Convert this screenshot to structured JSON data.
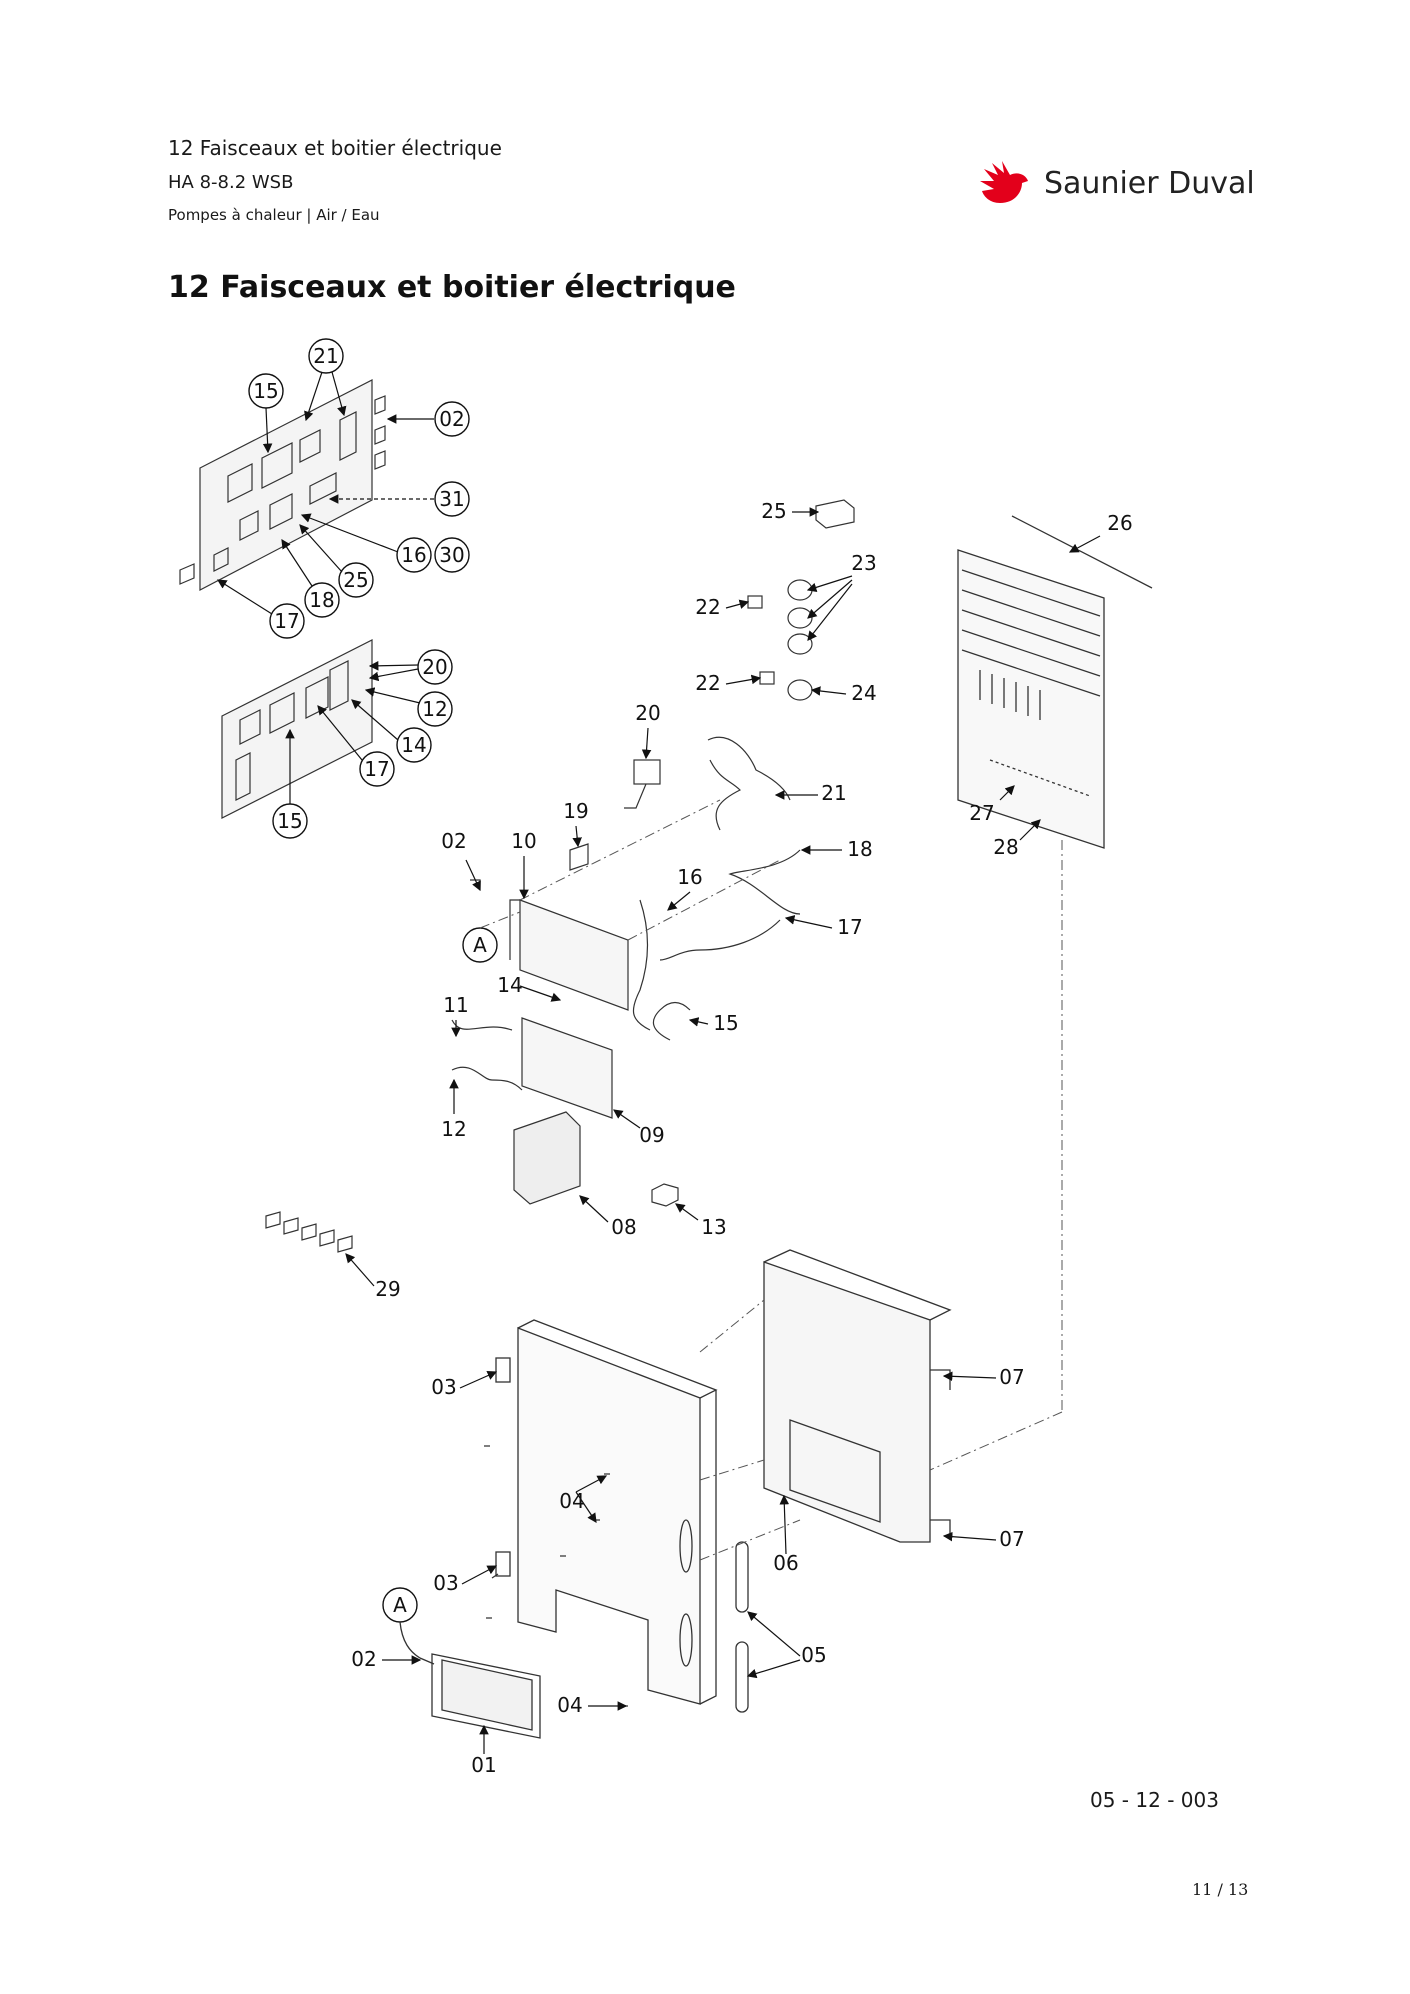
{
  "header": {
    "section": "12 Faisceaux et boitier électrique",
    "model": "HA 8-8.2 WSB",
    "category": "Pompes à chaleur | Air / Eau"
  },
  "brand": {
    "name": "Saunier Duval",
    "color": "#e3001b",
    "icon": "bird-logo-icon"
  },
  "title": "12 Faisceaux et boitier électrique",
  "diagram": {
    "callouts": [
      {
        "id": "c21a",
        "label": "21",
        "circled": true
      },
      {
        "id": "c15a",
        "label": "15",
        "circled": true
      },
      {
        "id": "c02a",
        "label": "02",
        "circled": true
      },
      {
        "id": "c31",
        "label": "31",
        "circled": true
      },
      {
        "id": "c16a",
        "label": "16",
        "circled": true
      },
      {
        "id": "c30",
        "label": "30",
        "circled": true
      },
      {
        "id": "c25a",
        "label": "25",
        "circled": true
      },
      {
        "id": "c18a",
        "label": "18",
        "circled": true
      },
      {
        "id": "c17a",
        "label": "17",
        "circled": true
      },
      {
        "id": "c20a",
        "label": "20",
        "circled": true
      },
      {
        "id": "c12a",
        "label": "12",
        "circled": true
      },
      {
        "id": "c14a",
        "label": "14",
        "circled": true
      },
      {
        "id": "c17b",
        "label": "17",
        "circled": true
      },
      {
        "id": "c15b",
        "label": "15",
        "circled": true
      },
      {
        "id": "cA1",
        "label": "A",
        "circled": true
      },
      {
        "id": "cA2",
        "label": "A",
        "circled": true
      },
      {
        "id": "p25",
        "label": "25"
      },
      {
        "id": "p26",
        "label": "26"
      },
      {
        "id": "p23",
        "label": "23"
      },
      {
        "id": "p22a",
        "label": "22"
      },
      {
        "id": "p22b",
        "label": "22"
      },
      {
        "id": "p24",
        "label": "24"
      },
      {
        "id": "p20",
        "label": "20"
      },
      {
        "id": "p21",
        "label": "21"
      },
      {
        "id": "p27",
        "label": "27"
      },
      {
        "id": "p28",
        "label": "28"
      },
      {
        "id": "p19",
        "label": "19"
      },
      {
        "id": "p02a",
        "label": "02"
      },
      {
        "id": "p10",
        "label": "10"
      },
      {
        "id": "p18",
        "label": "18"
      },
      {
        "id": "p16",
        "label": "16"
      },
      {
        "id": "p17",
        "label": "17"
      },
      {
        "id": "p14",
        "label": "14"
      },
      {
        "id": "p15",
        "label": "15"
      },
      {
        "id": "p11",
        "label": "11"
      },
      {
        "id": "p12",
        "label": "12"
      },
      {
        "id": "p09",
        "label": "09"
      },
      {
        "id": "p08",
        "label": "08"
      },
      {
        "id": "p13",
        "label": "13"
      },
      {
        "id": "p29",
        "label": "29"
      },
      {
        "id": "p07a",
        "label": "07"
      },
      {
        "id": "p07b",
        "label": "07"
      },
      {
        "id": "p03a",
        "label": "03"
      },
      {
        "id": "p04a",
        "label": "04"
      },
      {
        "id": "p06",
        "label": "06"
      },
      {
        "id": "p03b",
        "label": "03"
      },
      {
        "id": "p05",
        "label": "05"
      },
      {
        "id": "p02b",
        "label": "02"
      },
      {
        "id": "p04b",
        "label": "04"
      },
      {
        "id": "p01",
        "label": "01"
      }
    ]
  },
  "reference": "05 - 12 - 003",
  "page_number": "11 / 13"
}
